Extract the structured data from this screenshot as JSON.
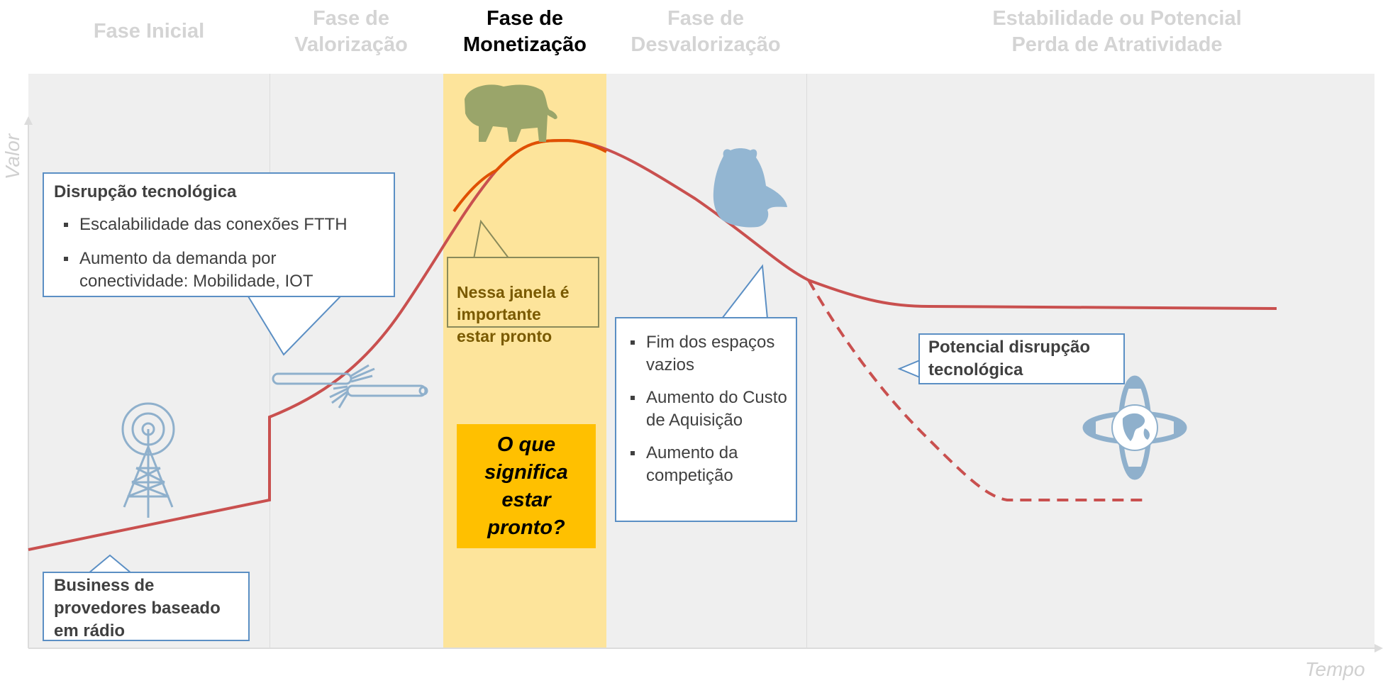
{
  "phases": [
    {
      "label": "Fase Inicial"
    },
    {
      "label": "Fase de\nValorização"
    },
    {
      "label": "Fase de\nMonetização"
    },
    {
      "label": "Fase de\nDesvalorização"
    },
    {
      "label": "Estabilidade ou Potencial\nPerda de Atratividade"
    }
  ],
  "axes": {
    "y_label": "Valor",
    "x_label": "Tempo"
  },
  "callouts": {
    "disruption": {
      "title": "Disrupção tecnológica",
      "items": [
        "Escalabilidade das conexões FTTH",
        "Aumento da demanda por conectividade: Mobilidade, IOT"
      ]
    },
    "business": {
      "text": "Business de provedores baseado em rádio"
    },
    "window": {
      "text": "Nessa janela é\nimportante\nestar pronto"
    },
    "devaluation": {
      "items": [
        "Fim dos espaços vazios",
        "Aumento do Custo de Aquisição",
        "Aumento da competição"
      ]
    },
    "potential": {
      "text": "Potencial disrupção tecnológica"
    },
    "question": {
      "text": "O que\nsignifica\nestar\npronto?"
    }
  },
  "colors": {
    "curve": "#c9504f",
    "peak_curve": "#e05000",
    "highlight": "#fde49b",
    "callout_border": "#5b8fc4",
    "question_bg": "#ffc000",
    "icon": "#8fb0cc",
    "bison": "#9aa56a"
  },
  "icons": {
    "bison": "bison-icon",
    "bear": "bear-icon",
    "tower": "radio-tower-icon",
    "fiber": "fiber-cable-icon",
    "globe": "globe-rotation-icon"
  }
}
